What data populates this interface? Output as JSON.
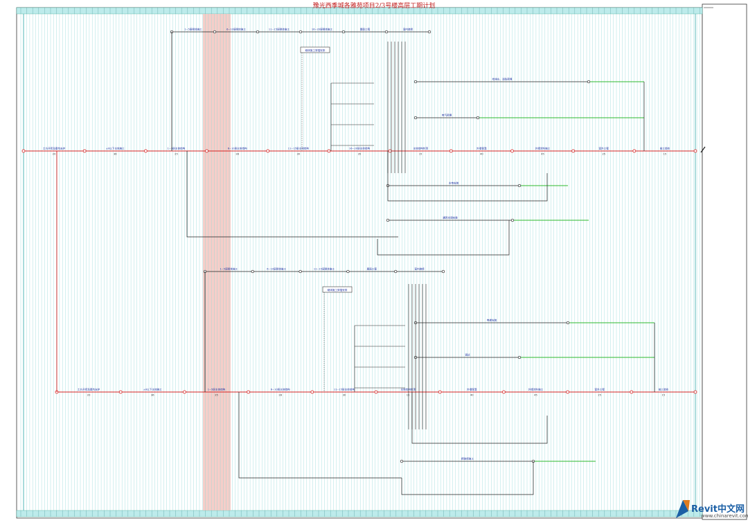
{
  "title": "豫光西季城各雅苑项目2/3号楼高层工期计划",
  "watermark": {
    "brand": "Revit中文网",
    "url": "www.chinarevit.com"
  },
  "colors": {
    "critical": "#d42020",
    "activity": "#222222",
    "label": "#1c2fa0",
    "grid": "#8fd8d8",
    "float": "#2eb82e",
    "highlight": "#f4c6c0",
    "ruler": "#bdebeb"
  },
  "network": {
    "top_main_labels": [
      "土方开挖及基坑支护",
      "±0以下主体施工",
      "1~5层主体结构",
      "6~10层主体结构",
      "11~15层主体结构",
      "16~20层主体结构",
      "主体结构封顶",
      "外墙保温",
      "外墙涂料施工",
      "室外工程",
      "竣工验收"
    ],
    "top_main_durations": [
      "20",
      "36",
      "25",
      "28",
      "30",
      "35",
      "15",
      "40",
      "45",
      "25",
      "15"
    ],
    "bottom_main_labels": [
      "土方开挖及基坑支护",
      "±0以下主体施工",
      "1~5层主体结构",
      "6~10层主体结构",
      "11~15层主体结构",
      "主体结构封顶",
      "外墙保温",
      "外墙涂料施工",
      "室外工程",
      "竣工验收"
    ],
    "bottom_main_durations": [
      "20",
      "36",
      "25",
      "28",
      "30",
      "15",
      "40",
      "45",
      "25",
      "15"
    ],
    "upper_branch_labels": [
      "1~5层砌体施工",
      "6~10层砌体施工",
      "11~15层砌体施工",
      "16~20层砌体施工",
      "屋面工程",
      "室内装修"
    ],
    "lower_branch_labels": [
      "1~5层砌体施工",
      "6~10层砌体施工",
      "11~15层砌体施工",
      "屋面工程",
      "室内装修"
    ],
    "service_labels": [
      "给排水、消防预埋",
      "电气预埋",
      "水电安装",
      "通风空调安装",
      "电梯安装",
      "调试",
      "精装修施工"
    ],
    "note_label": "砌体施工穿插安排"
  }
}
